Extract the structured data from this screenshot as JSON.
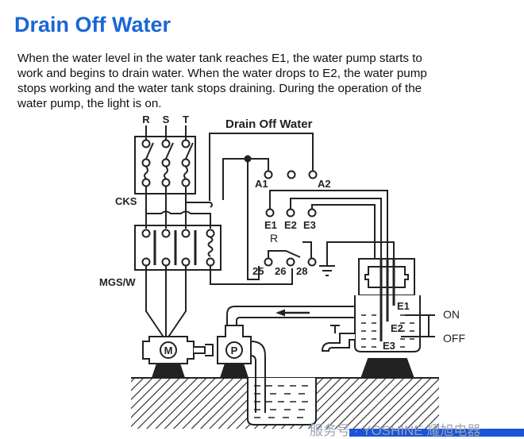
{
  "page": {
    "title": "Drain Off Water",
    "description": "When the water level in the water tank reaches E1, the water pump starts to work and begins to drain water. When the water drops to E2, the water pump stops working and the water tank stops draining. During the operation of the water pump, the light is on."
  },
  "diagram": {
    "title": "Drain Off Water",
    "phases": [
      "R",
      "S",
      "T"
    ],
    "breaker_label": "CKS",
    "contactor_label": "MGS/W",
    "terminals_a": [
      "A1",
      "A2"
    ],
    "electrodes": [
      "E1",
      "E2",
      "E3"
    ],
    "relay_label": "R",
    "relay_terminals": [
      "25",
      "26",
      "28"
    ],
    "motor_label": "M",
    "pump_label": "P",
    "tank_electrodes": [
      "E1",
      "E2",
      "E3"
    ],
    "level_on": "ON",
    "level_off": "OFF"
  },
  "watermark": "服务号 · YOSHINE 耀旭电器",
  "colors": {
    "title": "#1a66d6",
    "bar": "#1a55d8"
  }
}
